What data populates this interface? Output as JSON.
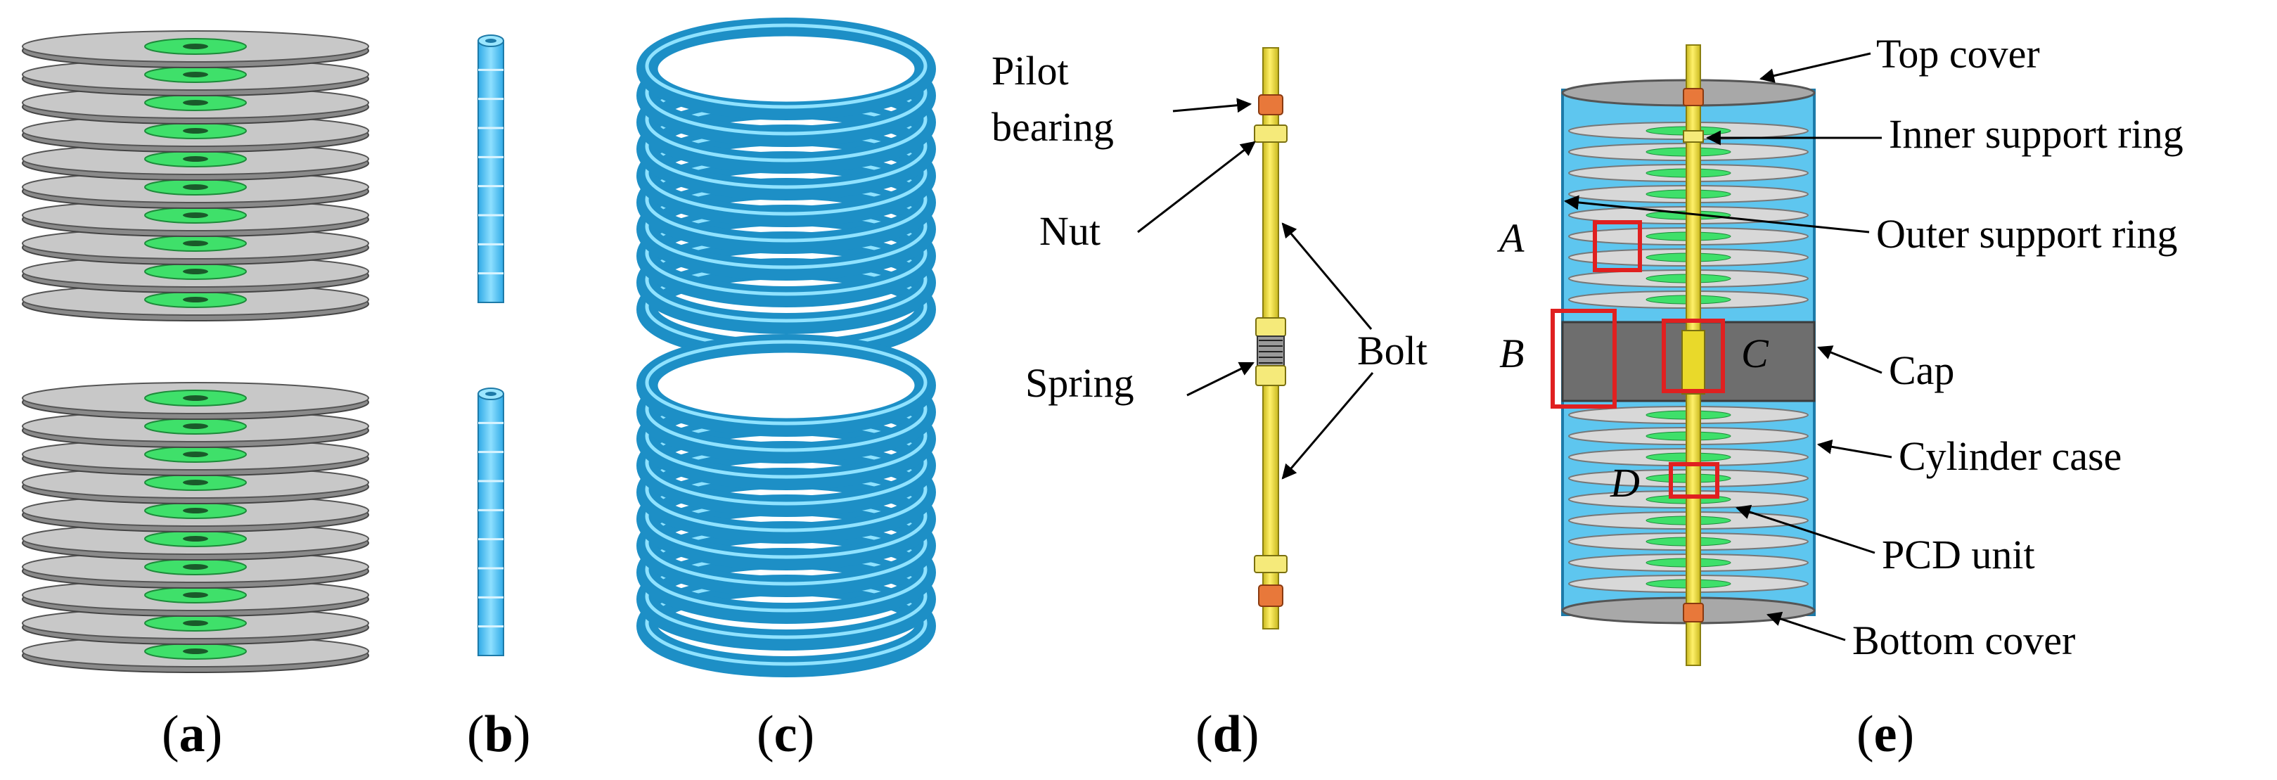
{
  "panel_labels": {
    "a": {
      "open": "(",
      "letter": "a",
      "close": ")"
    },
    "b": {
      "open": "(",
      "letter": "b",
      "close": ")"
    },
    "c": {
      "open": "(",
      "letter": "c",
      "close": ")"
    },
    "d": {
      "open": "(",
      "letter": "d",
      "close": ")"
    },
    "e": {
      "open": "(",
      "letter": "e",
      "close": ")"
    }
  },
  "panel_d": {
    "pilot_line1": "Pilot",
    "pilot_line2": "bearing",
    "nut": "Nut",
    "spring": "Spring",
    "bolt": "Bolt"
  },
  "panel_e": {
    "top_cover": "Top cover",
    "inner_support_ring": "Inner support ring",
    "outer_support_ring": "Outer support ring",
    "cap": "Cap",
    "cylinder_case": "Cylinder case",
    "pcd_unit": "PCD unit",
    "bottom_cover": "Bottom cover",
    "detail_a": "A",
    "detail_b": "B",
    "detail_c": "C",
    "detail_d": "D"
  },
  "colors": {
    "disc_gray": "#c8c8c8",
    "pcd_green": "#3fe06a",
    "ring_blue": "#46bff0",
    "bolt_yellow": "#f2e12e",
    "nut_orange": "#e8783a",
    "highlight_red": "#e02020"
  }
}
